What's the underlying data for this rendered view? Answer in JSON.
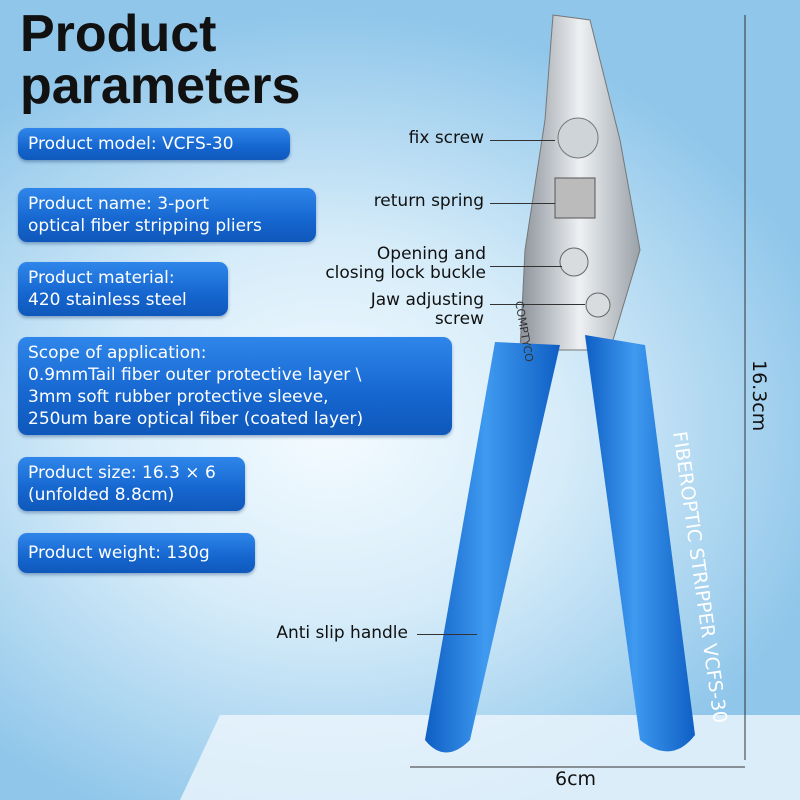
{
  "title": "Product\nparameters",
  "specs": [
    "Product model: VCFS-30",
    "Product name: 3-port\noptical fiber stripping pliers",
    "Product material:\n420 stainless steel",
    "Scope of application:\n0.9mmTail fiber outer protective layer \\\n3mm soft rubber protective sleeve,\n250um bare optical fiber (coated layer)",
    "Product size: 16.3 × 6\n(unfolded 8.8cm)",
    "Product weight: 130g"
  ],
  "annotations": [
    "fix screw",
    "return spring",
    "Opening and\nclosing lock buckle",
    "Jaw adjusting\nscrew",
    "Anti slip handle"
  ],
  "tool_text": {
    "brand": "COMPTYCO",
    "handle": "FIBEROPTIC STRIPPER VCFS-30"
  },
  "dimensions": {
    "height": "16.3cm",
    "width": "6cm"
  },
  "colors": {
    "box": "#1566cf",
    "handle": "#1f7fe0"
  }
}
